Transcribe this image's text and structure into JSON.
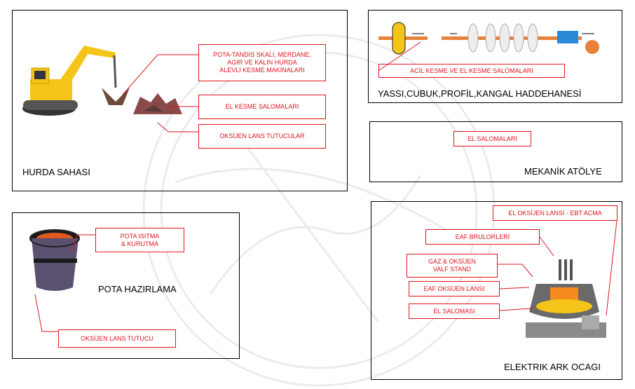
{
  "panels": {
    "hurda": {
      "title": "HURDA SAHASI",
      "labels": [
        "POTA-TANDİS SKALI, MERDANE,\nAGIR VE KALIN HURDA\nALEVLİ KESME MAKİNALARI",
        "EL KESME SALOMALARI",
        "OKSİJEN LANS TUTUCULAR"
      ]
    },
    "yassi": {
      "title": "YASSI,CUBUK,PROFİL,KANGAL HADDEHANESİ",
      "labels": [
        "ACİL KESME VE EL KESME  SALOMALARI"
      ]
    },
    "mekanik": {
      "title": "MEKANİK ATÖLYE",
      "labels": [
        "EL SALOMALARI"
      ]
    },
    "pota": {
      "title": "POTA HAZIRLAMA",
      "labels": [
        "POTA ISITMA\n& KURUTMA",
        "OKSİJEN LANS TUTUCU"
      ]
    },
    "eaf": {
      "title": "ELEKTRIK ARK OCAGI",
      "labels": [
        "EL OKSİJEN LANSI - EBT ACMA",
        "EAF BRULORLERİ",
        "GAZ  & OKSİJEN\nVALF STAND",
        "EAF OKSİJEN LANSI",
        "EL SALOMASI"
      ]
    }
  },
  "colors": {
    "label": "#e0141e",
    "border": "#000000",
    "excavator": "#f4c518",
    "ladle": "#5a5070"
  }
}
